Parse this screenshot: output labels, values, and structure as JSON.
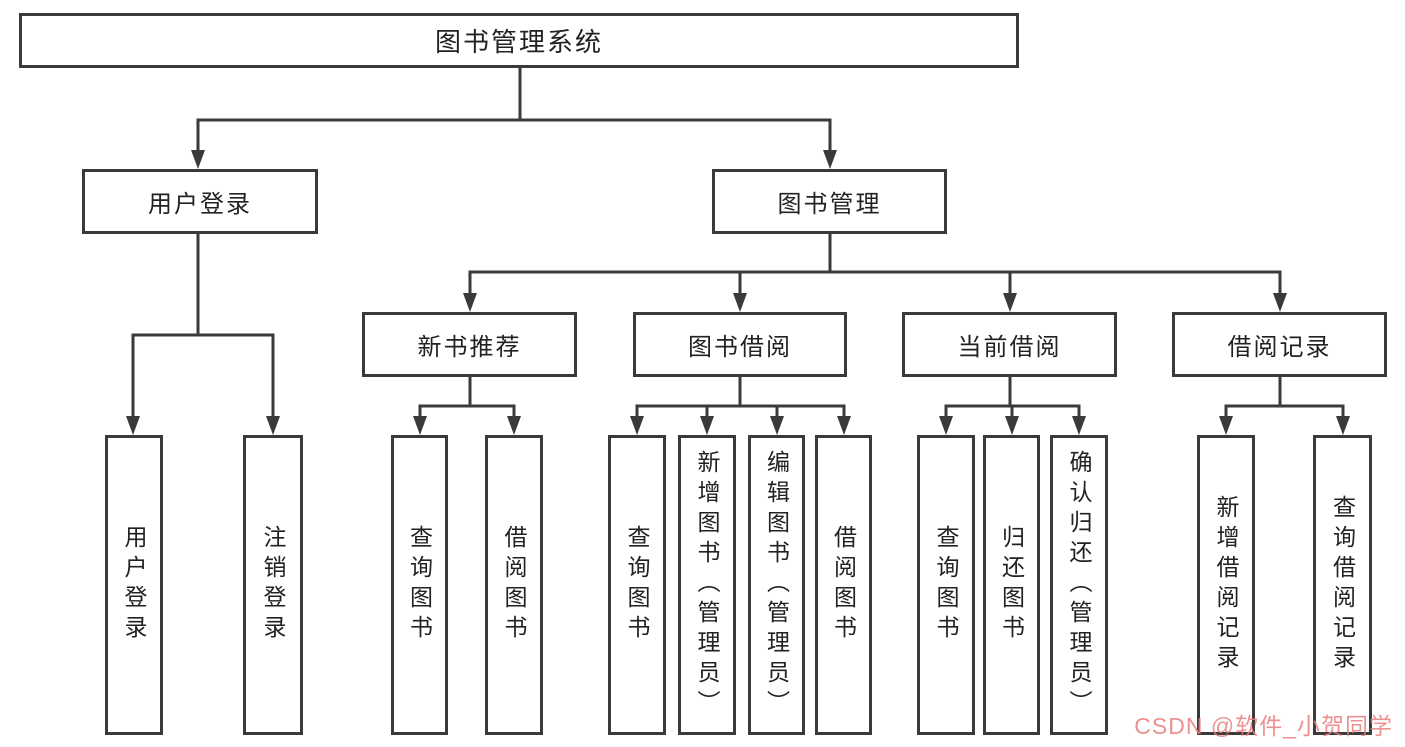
{
  "diagram": {
    "root": "图书管理系统",
    "level2": {
      "user_login": "用户登录",
      "book_management": "图书管理"
    },
    "user_login_children": {
      "login": "用户登录",
      "logout": "注销登录"
    },
    "book_management_children": {
      "new_book_recommend": "新书推荐",
      "book_borrow": "图书借阅",
      "current_borrow": "当前借阅",
      "borrow_records": "借阅记录"
    },
    "new_book_recommend_children": {
      "query_books": "查询图书",
      "borrow_books": "借阅图书"
    },
    "book_borrow_children": {
      "query_books": "查询图书",
      "add_books_admin": "新增图书（管理员）",
      "edit_books_admin": "编辑图书（管理员）",
      "borrow_books": "借阅图书"
    },
    "current_borrow_children": {
      "query_books": "查询图书",
      "return_books": "归还图书",
      "confirm_return_admin": "确认归还（管理员）"
    },
    "borrow_records_children": {
      "add_borrow_record": "新增借阅记录",
      "query_borrow_record": "查询借阅记录"
    }
  },
  "watermark": "CSDN @软件_小贺同学",
  "colors": {
    "line": "#3a3a3a",
    "text": "#222222",
    "watermark": "#e97d7d"
  }
}
